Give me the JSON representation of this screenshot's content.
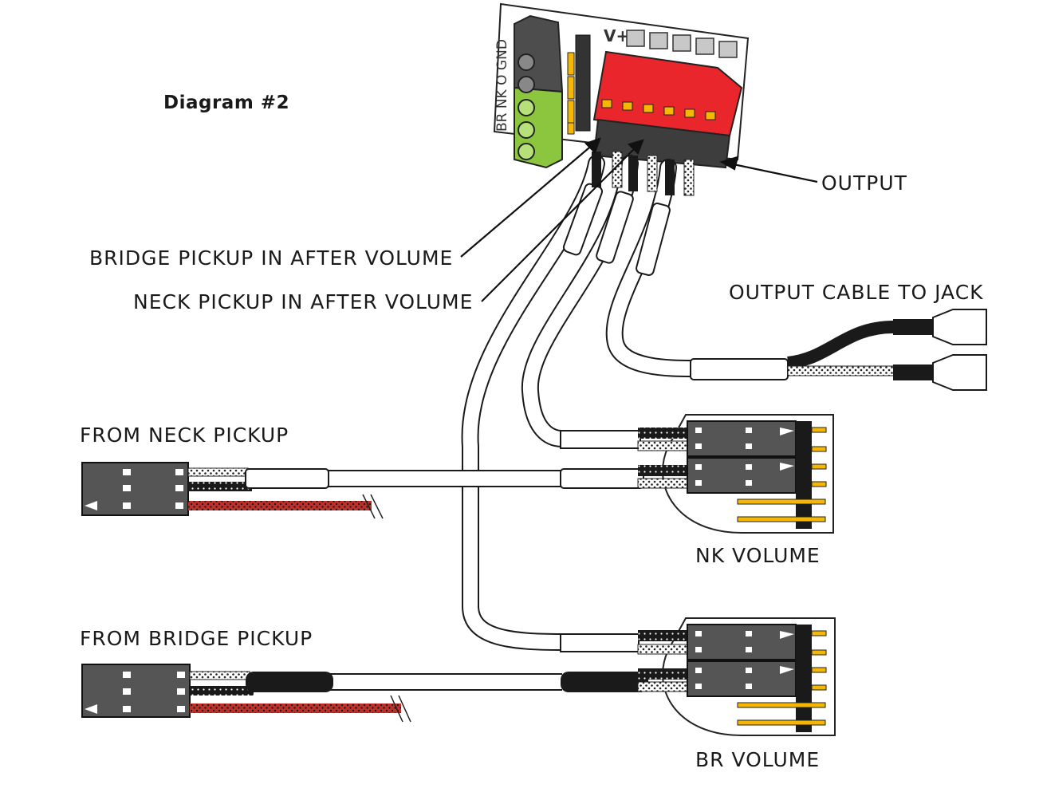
{
  "diagram": {
    "title": "Diagram #2",
    "board": {
      "terminal_labels": "BR NK O GND",
      "voltage_label": "V+"
    },
    "labels": {
      "output": "OUTPUT",
      "bridge_in": "BRIDGE PICKUP IN AFTER VOLUME",
      "neck_in": "NECK PICKUP IN AFTER VOLUME",
      "output_cable": "OUTPUT CABLE TO JACK",
      "from_neck": "FROM NECK PICKUP",
      "nk_volume": "NK VOLUME",
      "from_bridge": "FROM BRIDGE PICKUP",
      "br_volume": "BR VOLUME"
    },
    "colors": {
      "terminal_block_green": "#8cc63f",
      "terminal_block_dark": "#4d4d4d",
      "output_connector_red": "#e8262c",
      "header_pin_gold": "#f5b700",
      "connector_gray": "#555555",
      "hot_wire_red": "#c0302a"
    }
  }
}
